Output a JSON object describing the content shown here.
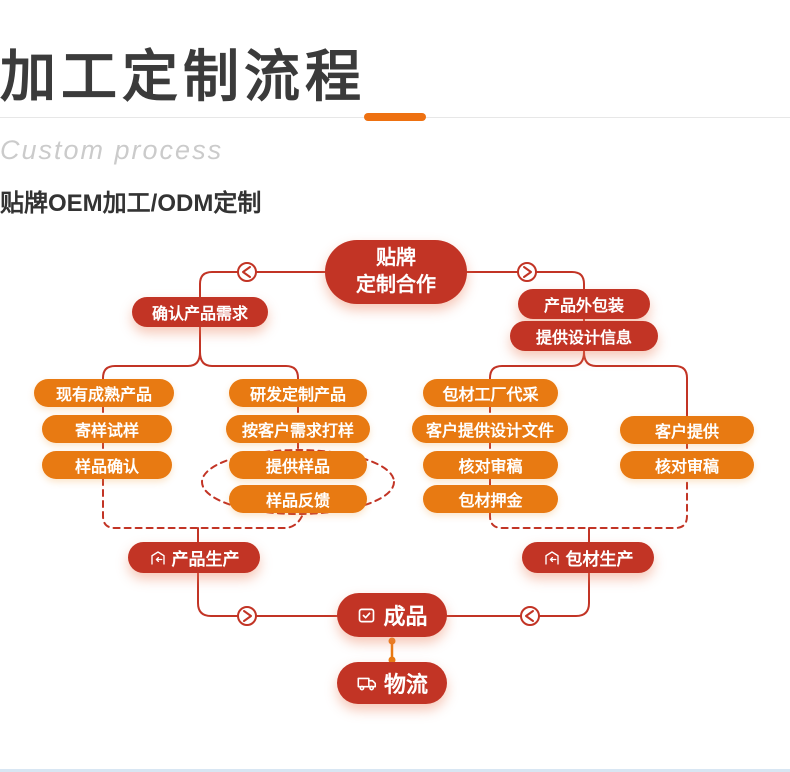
{
  "header": {
    "title": "加工定制流程",
    "subtitle": "Custom process",
    "tagline": "贴牌OEM加工/ODM定制"
  },
  "flow": {
    "root": {
      "line1": "贴牌",
      "line2": "定制合作"
    },
    "left_header": "确认产品需求",
    "right_header1": "产品外包装",
    "right_header2": "提供设计信息",
    "col1": [
      "现有成熟产品",
      "寄样试样",
      "样品确认"
    ],
    "col2": [
      "研发定制产品",
      "按客户需求打样",
      "提供样品",
      "样品反馈"
    ],
    "col3": [
      "包材工厂代采",
      "客户提供设计文件",
      "核对审稿",
      "包材押金"
    ],
    "col4": [
      "客户提供",
      "核对审稿"
    ],
    "product_production": "产品生产",
    "packaging_production": "包材生产",
    "finished": "成品",
    "logistics": "物流"
  },
  "icons": {
    "factory": "factory-return-icon",
    "finished": "box-check-icon",
    "logistics": "truck-icon"
  },
  "colors": {
    "dark_red": "#c23425",
    "orange": "#e87a12",
    "accent": "#ee7111",
    "title_text": "#3b3b3b",
    "subtitle_text": "#cbcbcb",
    "divider": "#e7e7e7"
  }
}
